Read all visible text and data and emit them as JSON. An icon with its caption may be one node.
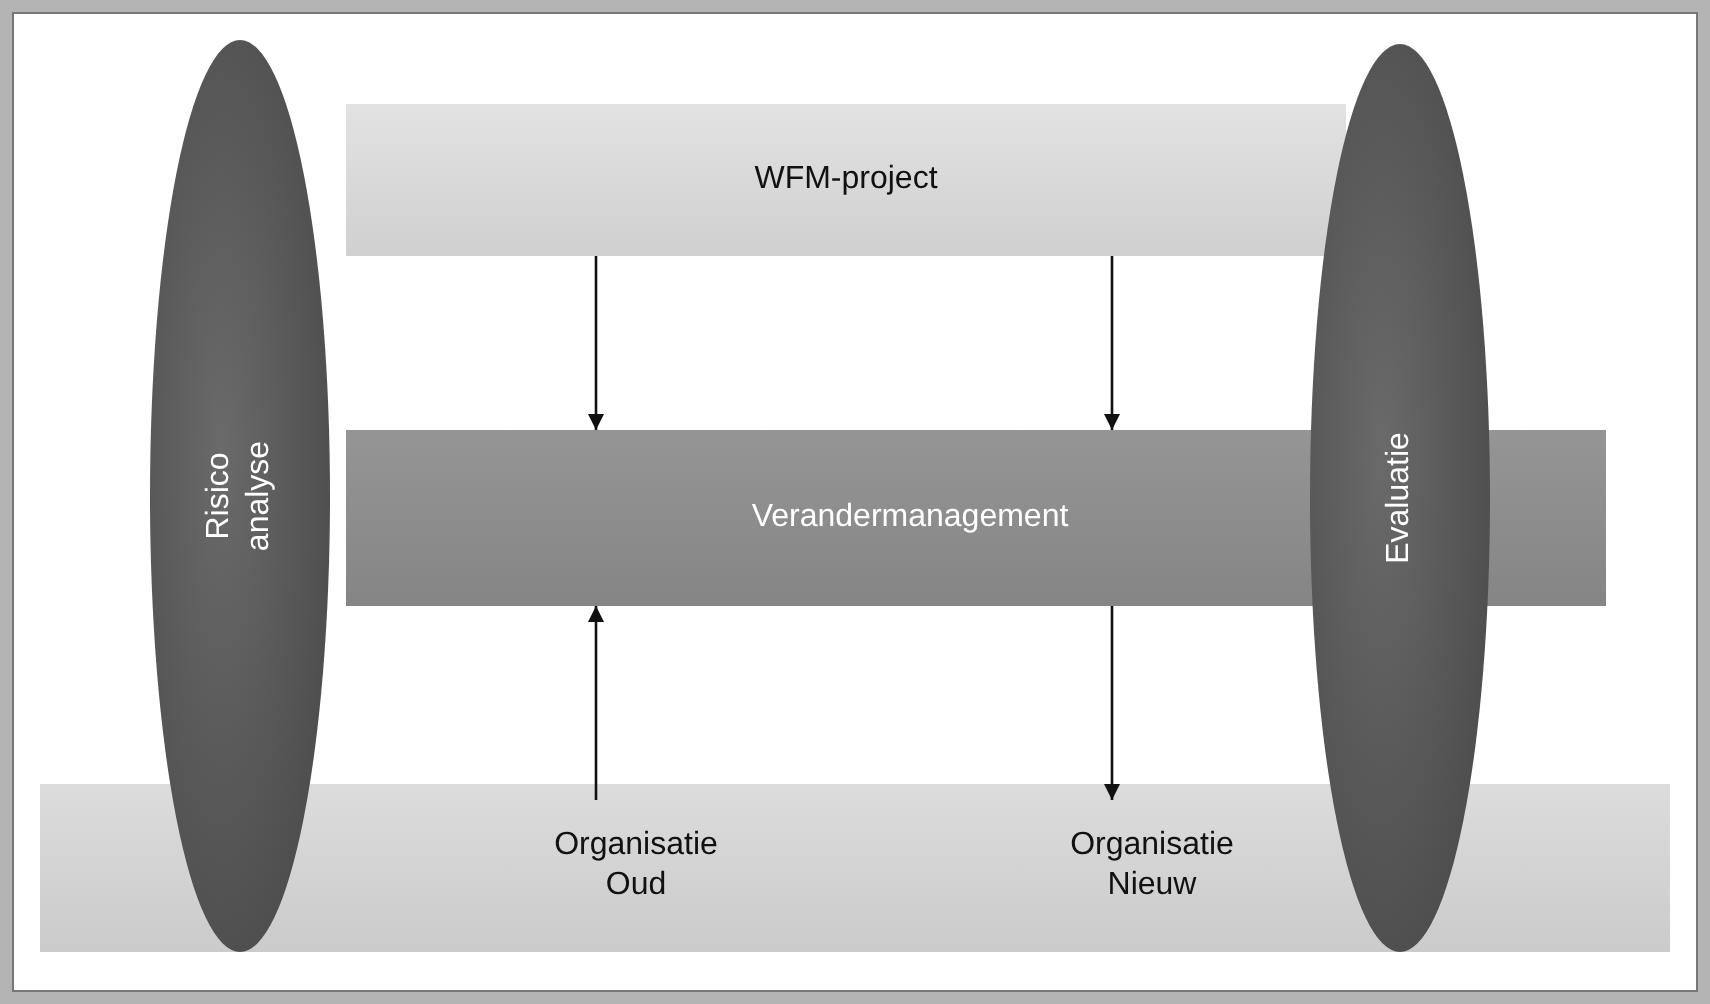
{
  "diagram": {
    "nodes": [
      {
        "text": [
          "Risico analyse"
        ]
      },
      {
        "text": [
          "WFM-project"
        ]
      },
      {
        "text": [
          "Evaluatie"
        ]
      },
      {
        "text": [
          "Verandermanagement"
        ]
      },
      {
        "text": [],
        "shape": "bar"
      },
      {
        "text": [
          "Organisatie Oud"
        ],
        "in": 4
      },
      {
        "text": [
          "Organisatie Nieuw"
        ],
        "in": 4
      }
    ],
    "edges": [
      {
        "from": 1,
        "to": 3,
        "arrow": "to"
      },
      {
        "from": 1,
        "to": 3,
        "arrow": "to"
      },
      {
        "from": 5,
        "to": 3,
        "arrow": "to"
      },
      {
        "from": 3,
        "to": 6,
        "arrow": "to"
      }
    ]
  }
}
